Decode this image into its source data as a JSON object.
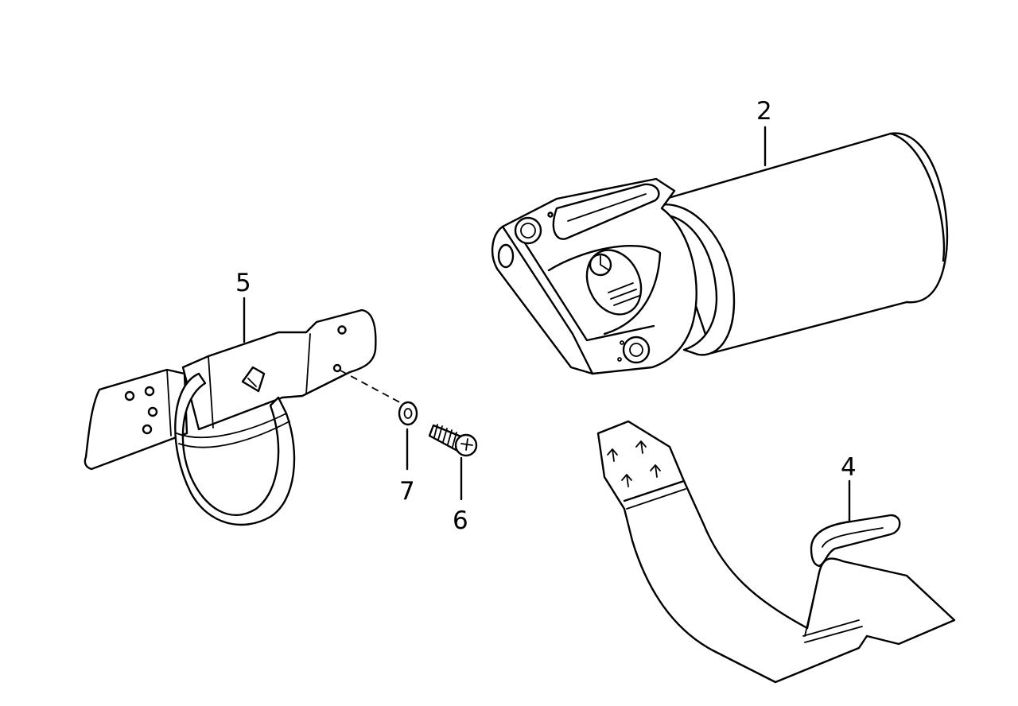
{
  "callouts": {
    "drier": "2",
    "strap": "4",
    "bracket": "5",
    "screw": "6",
    "washer": "7"
  },
  "colors": {
    "line": "#000000",
    "background": "#ffffff"
  }
}
